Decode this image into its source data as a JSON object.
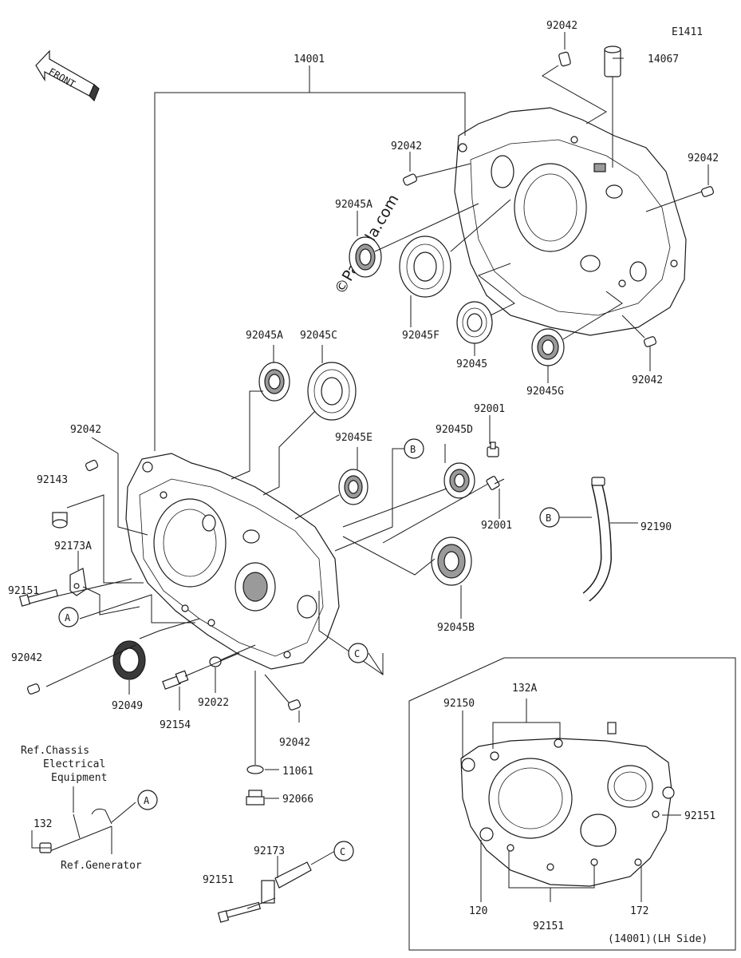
{
  "diagram_code": "E1411",
  "front_arrow_label": "FRONT",
  "watermark": "©Partzilla.com",
  "part_labels": {
    "p14001": "14001",
    "p92042_top": "92042",
    "p14067": "14067",
    "p92042_upper_left": "92042",
    "p92042_right": "92042",
    "p92045A_upper": "92045A",
    "p92045F": "92045F",
    "p92045": "92045",
    "p92045G": "92045G",
    "p92042_mid_right": "92042",
    "p92045A_lower": "92045A",
    "p92045C": "92045C",
    "p92001_upper": "92001",
    "p92045E": "92045E",
    "p92045D": "92045D",
    "p92042_left": "92042",
    "p92143": "92143",
    "p92173A": "92173A",
    "p92001_lower": "92001",
    "p92190": "92190",
    "p92151_left": "92151",
    "p92045B": "92045B",
    "p92042_bottom_left": "92042",
    "p92049": "92049",
    "p92022": "92022",
    "p92154": "92154",
    "p92042_bottom": "92042",
    "p11061": "11061",
    "p92066": "92066",
    "p132": "132",
    "p92173": "92173",
    "p92151_bottom": "92151",
    "inset_132A": "132A",
    "inset_92150": "92150",
    "inset_92151_right": "92151",
    "inset_120": "120",
    "inset_92151_bottom": "92151",
    "inset_172": "172",
    "inset_caption": "(14001)(LH Side)"
  },
  "callouts": {
    "A_left": "A",
    "A_bottom": "A",
    "B_center": "B",
    "B_right": "B",
    "C_center": "C",
    "C_bottom": "C"
  },
  "reference_notes": {
    "chassis_line1": "Ref.Chassis",
    "chassis_line2": "Electrical",
    "chassis_line3": "Equipment",
    "generator": "Ref.Generator"
  }
}
